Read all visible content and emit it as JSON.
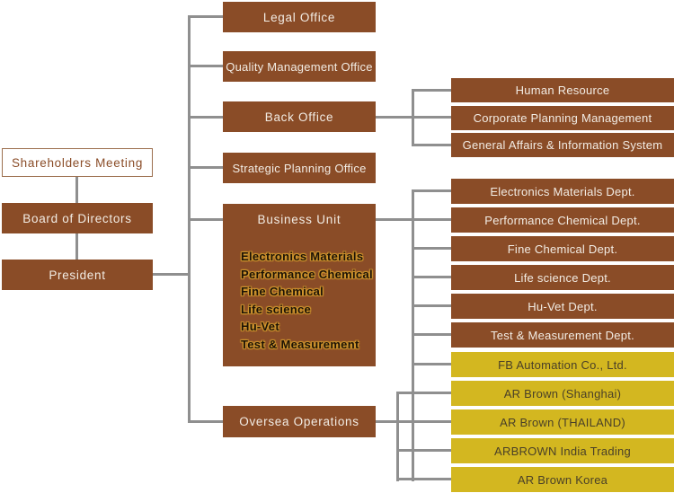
{
  "colors": {
    "box_brown": "#8a4c27",
    "box_yellow": "#d3b720",
    "connector_gray": "#8f8f8f",
    "text_on_brown": "#f2ece4",
    "text_on_yellow": "#4a4028",
    "outline_border": "#9c6f4e"
  },
  "governance": {
    "shareholders": "Shareholders Meeting",
    "board": "Board of Directors",
    "president": "President"
  },
  "offices": {
    "legal": "Legal Office",
    "quality": "Quality Management Office",
    "back_office": "Back Office",
    "strategic": "Strategic Planning Office",
    "oversea": "Oversea Operations"
  },
  "business_unit": {
    "label": "Business Unit",
    "divisions": [
      "Electronics Materials",
      "Performance Chemical",
      "Fine Chemical",
      "Life science",
      "Hu-Vet",
      "Test & Measurement"
    ]
  },
  "back_office_children": [
    "Human Resource",
    "Corporate Planning Management",
    "General Affairs & Information System"
  ],
  "business_unit_children": [
    "Electronics Materials Dept.",
    "Performance Chemical Dept.",
    "Fine Chemical Dept.",
    "Life science Dept.",
    "Hu-Vet Dept.",
    "Test & Measurement Dept."
  ],
  "affiliated_companies": [
    "FB Automation Co., Ltd.",
    "AR Brown (Shanghai)",
    "AR Brown (THAILAND)",
    "ARBROWN India Trading",
    "AR Brown Korea"
  ]
}
